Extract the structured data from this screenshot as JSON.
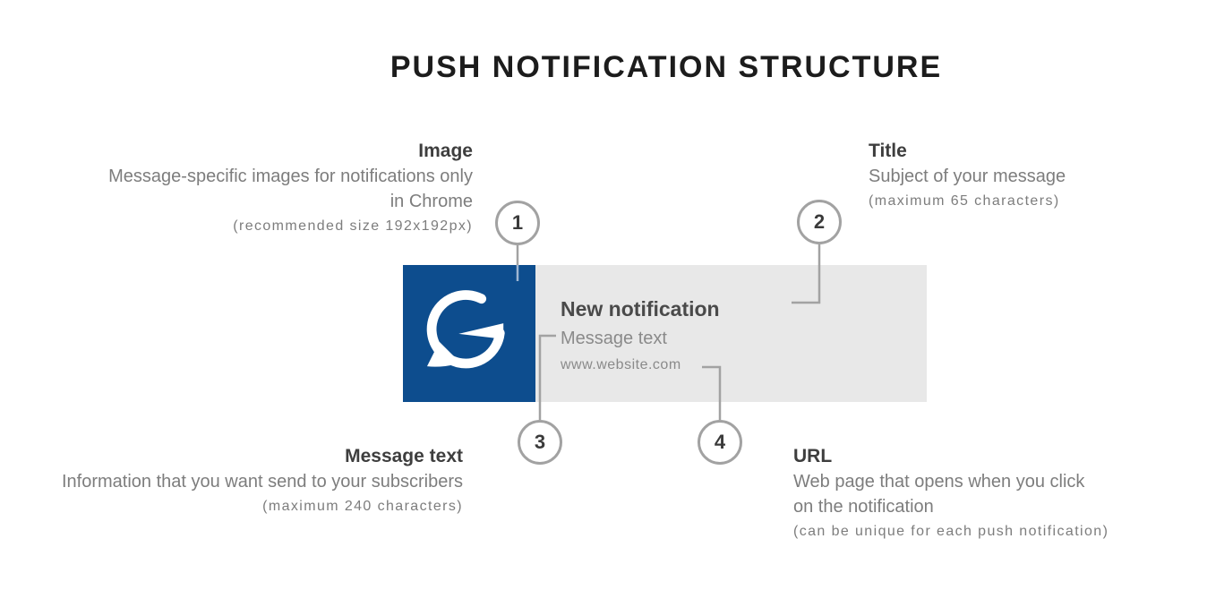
{
  "page_title": "PUSH NOTIFICATION STRUCTURE",
  "colors": {
    "brand_blue": "#0d4d8e",
    "card_gray": "#e8e8e8",
    "line_gray": "#a2a2a2",
    "heading_text": "#3e3e3e",
    "body_text": "#7d7d7d",
    "notification_title_text": "#4a4a4a",
    "notification_body_text": "#8a8a8a"
  },
  "notification": {
    "icon": "chat-bubble-g-logo",
    "title": "New notification",
    "message": "Message text",
    "url": "www.website.com"
  },
  "callouts": {
    "image": {
      "number": "1",
      "heading": "Image",
      "line1": "Message-specific images for notifications only",
      "line2": "in Chrome",
      "note": "(recommended size 192x192px)"
    },
    "title": {
      "number": "2",
      "heading": "Title",
      "line1": "Subject of your message",
      "note": "(maximum 65 characters)"
    },
    "message": {
      "number": "3",
      "heading": "Message text",
      "line1": "Information that you want send to your subscribers",
      "note": "(maximum 240 characters)"
    },
    "url": {
      "number": "4",
      "heading": "URL",
      "line1": "Web page that opens when you click",
      "line2": "on the notification",
      "note": "(can be unique for each push notification)"
    }
  }
}
